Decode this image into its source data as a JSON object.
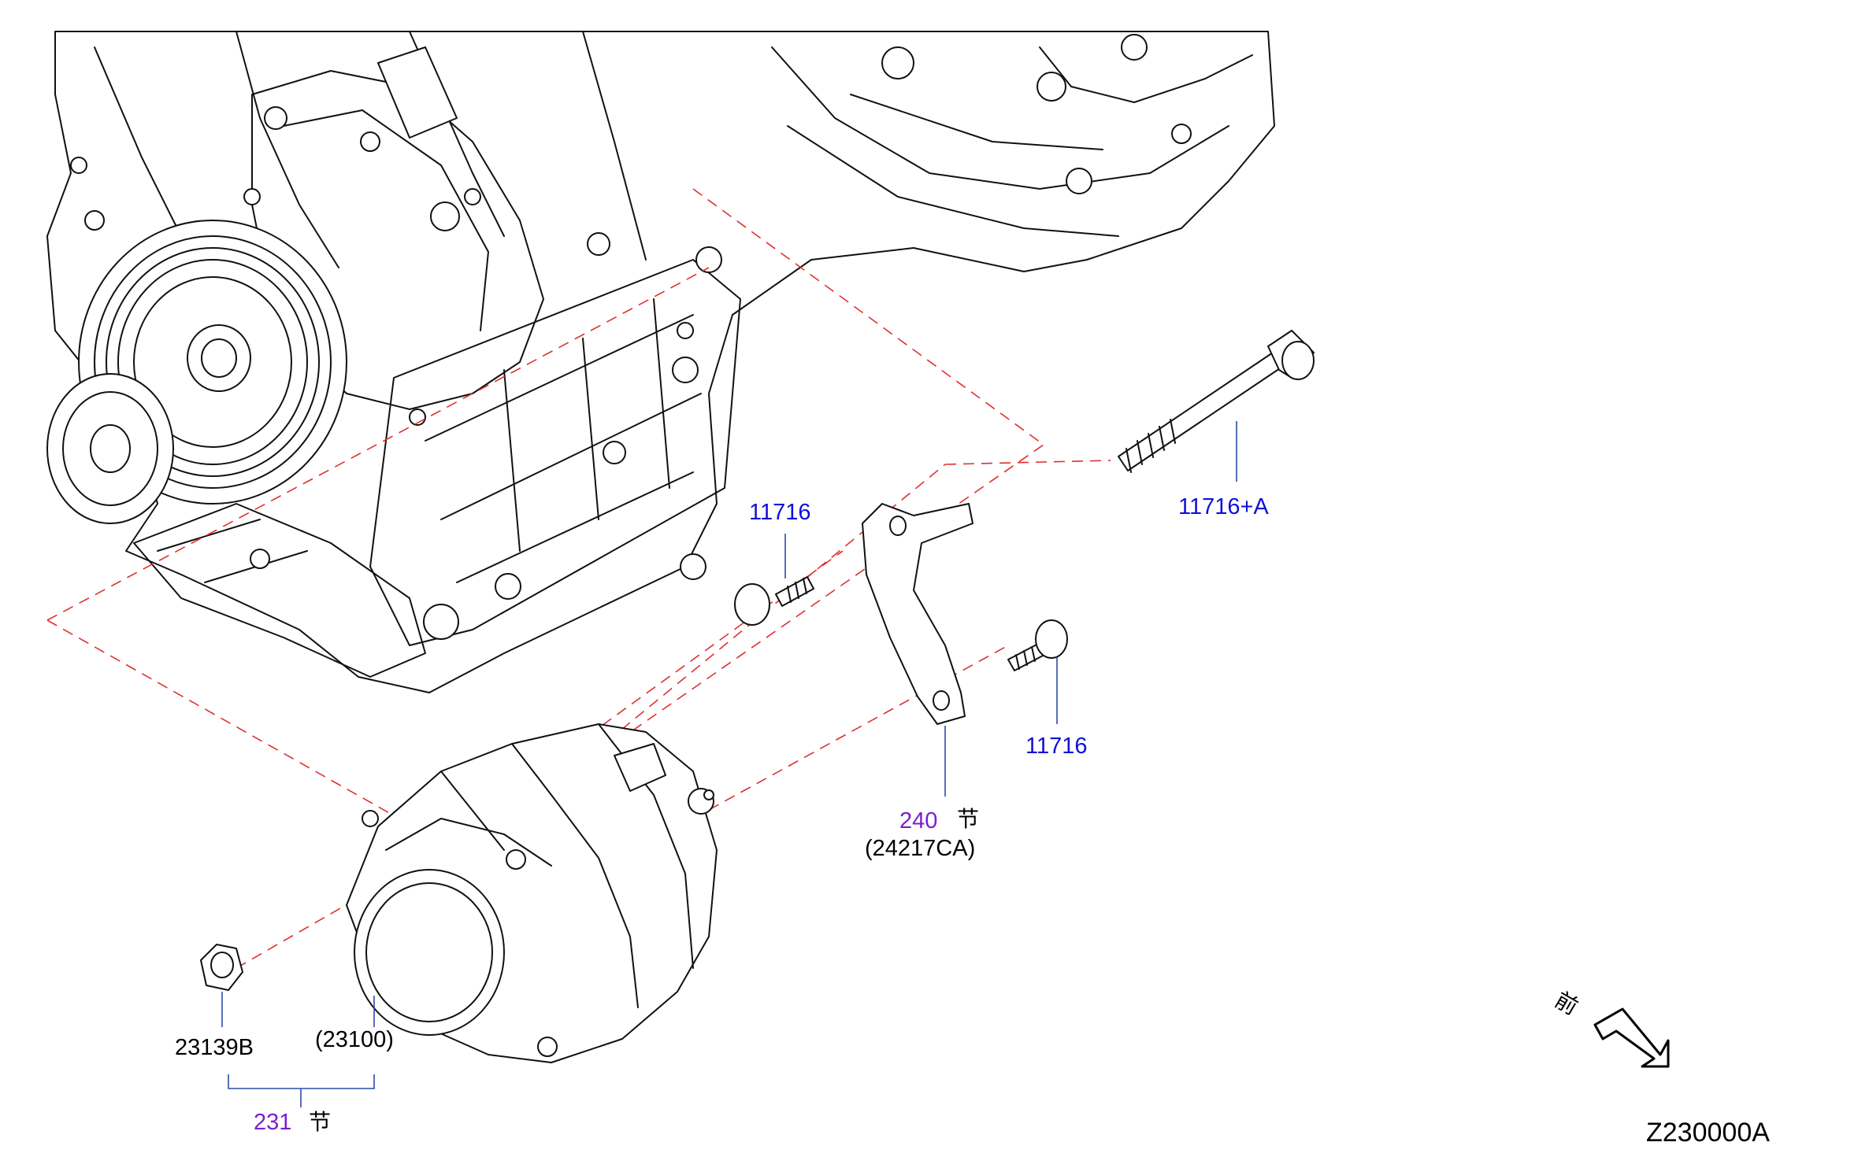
{
  "parts": {
    "bolt_long": "11716+A",
    "bolt_top": "11716",
    "bolt_right": "11716",
    "bracket_num": "240",
    "bracket_sub": "(24217CA)",
    "nut": "23139B",
    "alternator": "(23100)",
    "assembly_num": "231",
    "bracket_glyph": "节",
    "assembly_glyph": "节"
  },
  "front_label": "前",
  "diagram_code": "Z230000A",
  "colors": {
    "part_blue": "#1010d8",
    "part_purple": "#7a1fd1",
    "phantom_red": "#e03030",
    "leader_blue": "#2a4da6"
  }
}
